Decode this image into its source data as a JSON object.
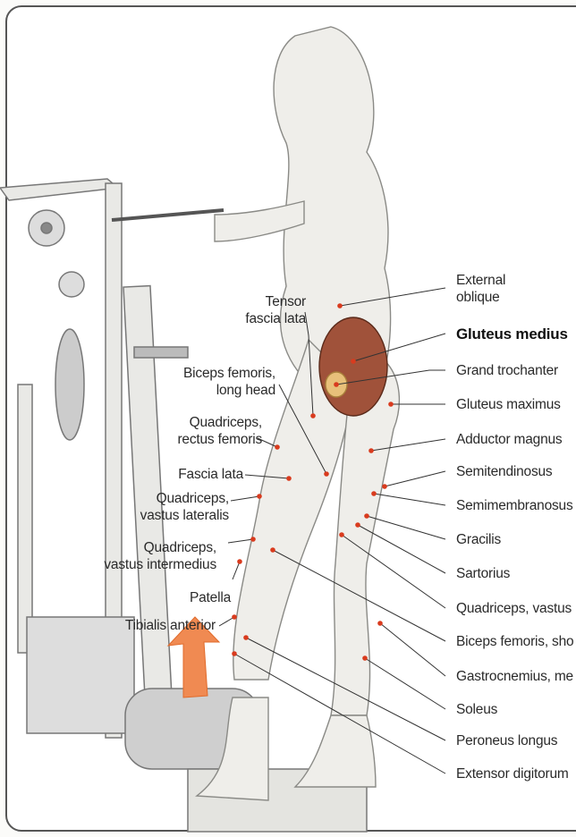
{
  "labels": {
    "right": [
      {
        "line1": "External",
        "line2": "oblique"
      },
      {
        "text": "Gluteus medius"
      },
      {
        "text": "Grand trochanter"
      },
      {
        "text": "Gluteus maximus"
      },
      {
        "text": "Adductor magnus"
      },
      {
        "text": "Semitendinosus"
      },
      {
        "text": "Semimembranosus"
      },
      {
        "text": "Gracilis"
      },
      {
        "text": "Sartorius"
      },
      {
        "text": "Quadriceps, vastus"
      },
      {
        "text": "Biceps femoris, sho"
      },
      {
        "text": "Gastrocnemius, me"
      },
      {
        "text": "Soleus"
      },
      {
        "text": "Peroneus longus"
      },
      {
        "text": "Extensor digitorum"
      }
    ],
    "left": [
      {
        "line1": "Tensor",
        "line2": "fascia lata"
      },
      {
        "line1": "Biceps femoris,",
        "line2": "long head"
      },
      {
        "line1": "Quadriceps,",
        "line2": "rectus femoris"
      },
      {
        "text": "Fascia lata"
      },
      {
        "line1": "Quadriceps,",
        "line2": "vastus lateralis"
      },
      {
        "line1": "Quadriceps,",
        "line2": "vastus intermedius"
      },
      {
        "text": "Patella"
      },
      {
        "text": "Tibialis anterior"
      }
    ]
  },
  "colors": {
    "marker": "#d93b1e",
    "muscle_highlight": "#a0523a",
    "arrow": "#f08a52"
  }
}
